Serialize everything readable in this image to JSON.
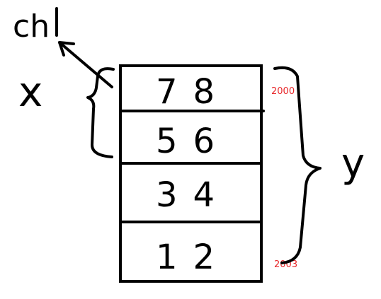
{
  "labels": {
    "ch": "ch",
    "x": "x",
    "y": "y"
  },
  "cells": [
    "78",
    "56",
    "34",
    "12"
  ],
  "addresses": {
    "top": "2000",
    "bottom": "2003"
  },
  "colors": {
    "ink": "#000000",
    "address": "#e8272a",
    "background": "#ffffff"
  }
}
